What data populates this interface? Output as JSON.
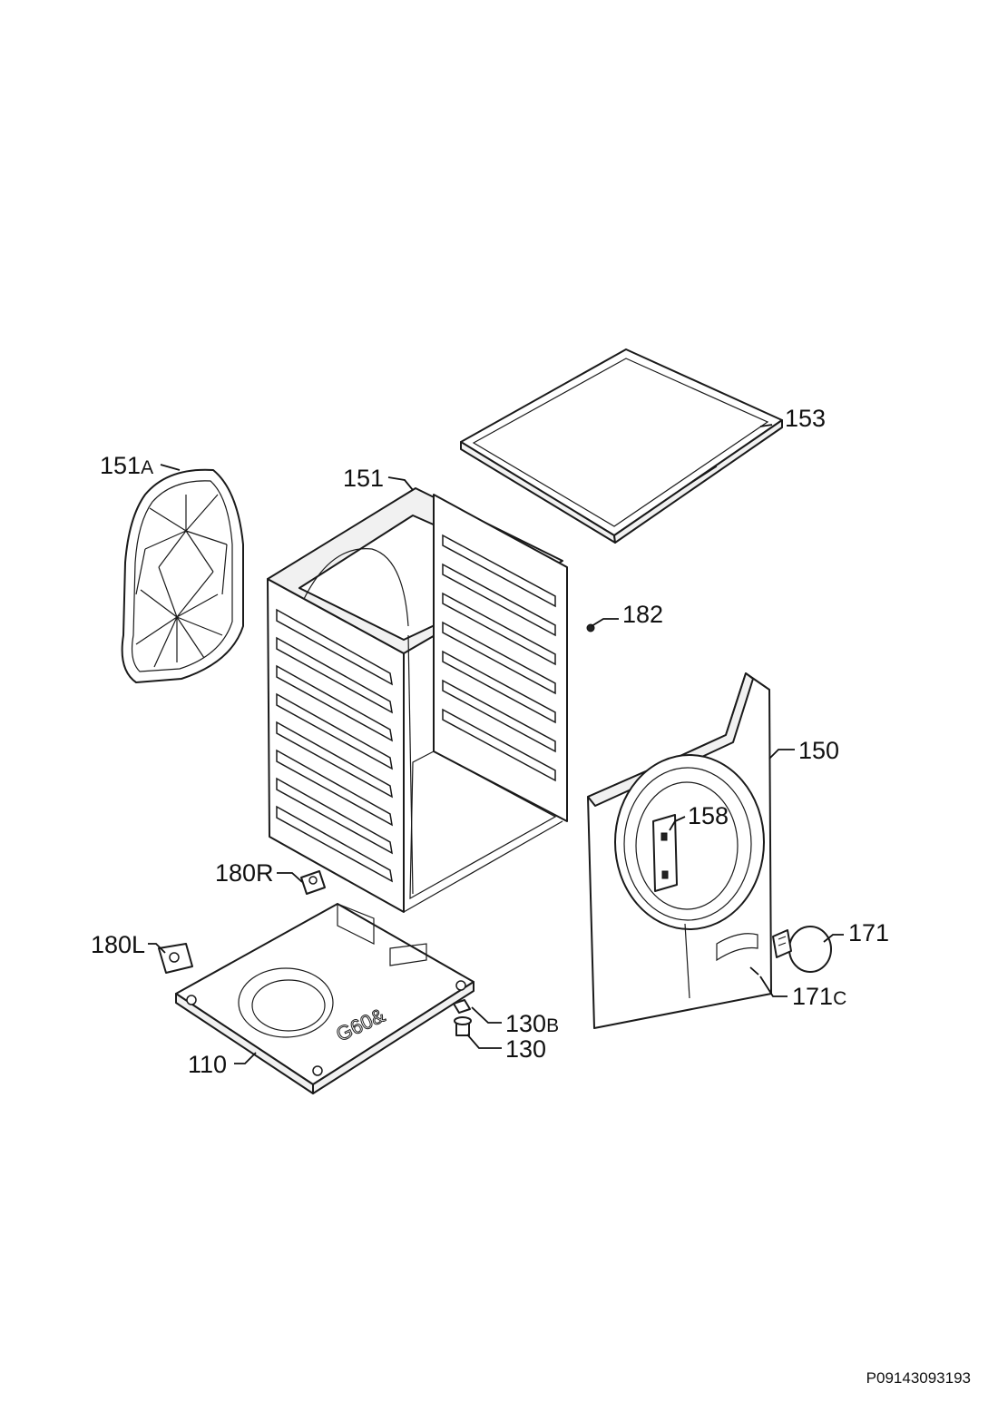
{
  "document_ref": "P09143093193",
  "embossed_text": "G60&",
  "callouts": [
    {
      "id": "c153",
      "label": "153",
      "suffix": ""
    },
    {
      "id": "c151a",
      "label": "151",
      "suffix": "A"
    },
    {
      "id": "c151",
      "label": "151",
      "suffix": ""
    },
    {
      "id": "c182",
      "label": "182",
      "suffix": ""
    },
    {
      "id": "c150",
      "label": "150",
      "suffix": ""
    },
    {
      "id": "c158",
      "label": "158",
      "suffix": ""
    },
    {
      "id": "c180r",
      "label": "180R",
      "suffix": ""
    },
    {
      "id": "c180l",
      "label": "180L",
      "suffix": ""
    },
    {
      "id": "c171",
      "label": "171",
      "suffix": ""
    },
    {
      "id": "c171c",
      "label": "171",
      "suffix": "C"
    },
    {
      "id": "c130b",
      "label": "130",
      "suffix": "B"
    },
    {
      "id": "c130",
      "label": "130",
      "suffix": ""
    },
    {
      "id": "c110",
      "label": "110",
      "suffix": ""
    }
  ]
}
